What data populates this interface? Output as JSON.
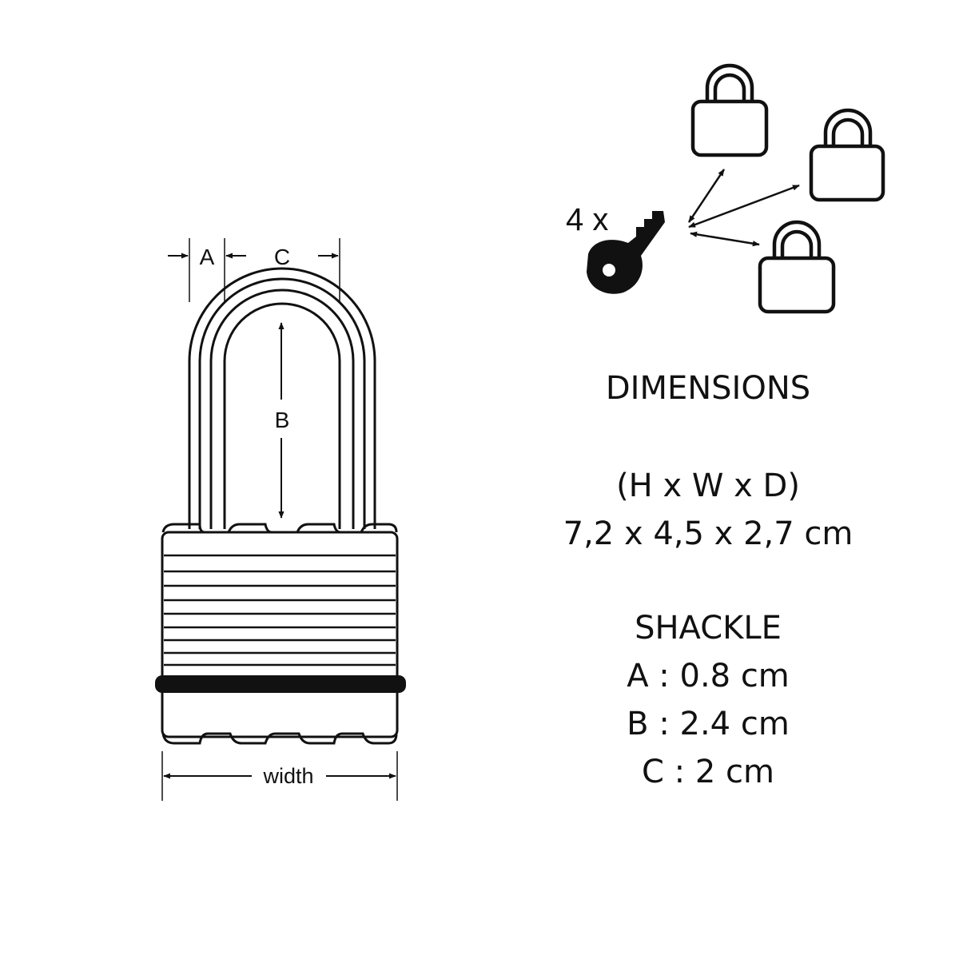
{
  "colors": {
    "ink": "#111111",
    "background": "#ffffff"
  },
  "diagram": {
    "labels": {
      "a": "A",
      "b": "B",
      "c": "C",
      "width": "width"
    },
    "keys": {
      "count_label": "4 x",
      "key_icon": "key-icon",
      "padlock_icon": "padlock-icon"
    }
  },
  "specs": {
    "dimensions_title": "DIMENSIONS",
    "dimensions_axes": "(H x W x D)",
    "dimensions_value": "7,2 x 4,5 x 2,7 cm",
    "shackle_title": "SHACKLE",
    "shackle_a": "A : 0.8 cm",
    "shackle_b": "B : 2.4 cm",
    "shackle_c": "C : 2 cm"
  }
}
